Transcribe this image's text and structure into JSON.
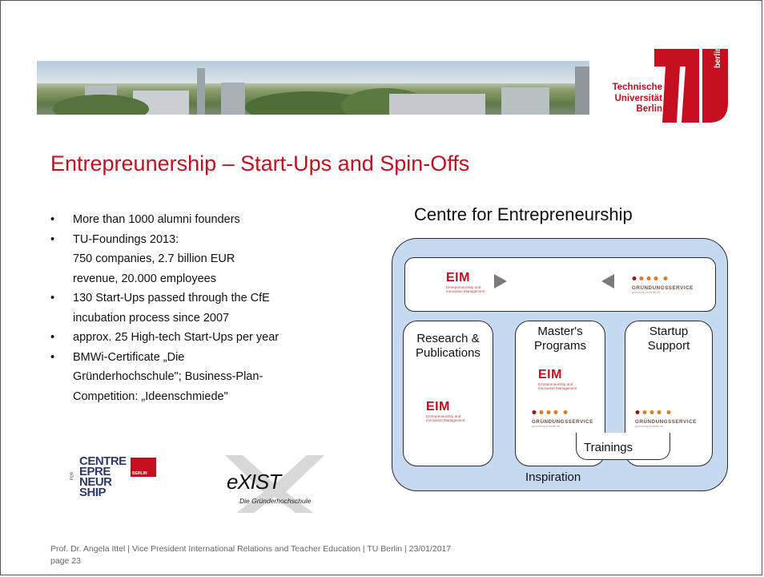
{
  "header": {
    "logo_lines": [
      "Technische",
      "Universität",
      "Berlin"
    ],
    "logo_badge": "berlin"
  },
  "title": "Entrepreunership – Start-Ups and Spin-Offs",
  "bullet_glyph": "•",
  "bullets": [
    {
      "lines": [
        "More than 1000 alumni founders"
      ]
    },
    {
      "lines": [
        "TU-Foundings 2013:",
        "750 companies, 2.7 billion EUR",
        "revenue, 20.000 employees"
      ]
    },
    {
      "lines": [
        "130 Start-Ups passed through the CfE",
        "incubation process since 2007"
      ]
    },
    {
      "lines": [
        "approx. 25 High-tech Start-Ups per year"
      ]
    },
    {
      "lines": [
        "BMWi-Certificate „Die",
        "Gründerhochschule\"; Business-Plan-",
        "Competition: „Ideenschmiede\""
      ]
    }
  ],
  "logos": {
    "cfe": {
      "lines": [
        "CENTRE",
        "EPRE",
        "NEUR",
        "SHIP"
      ],
      "tag": "FOR",
      "badge": "BERLIN"
    },
    "exist": {
      "word": "eXIST",
      "sub": "Die Gründerhochschule"
    }
  },
  "diagram": {
    "title": "Centre for Entrepreneurship",
    "eim_word": "EIM",
    "eim_sub": "Entrepreneurship and Innovation Management",
    "gs_word": "GRÜNDUNGSSERVICE",
    "gs_sub": "gruendung.tu-berlin.de",
    "columns": [
      {
        "lines": [
          "Research &",
          "Publications"
        ]
      },
      {
        "lines": [
          "Master's",
          "Programs"
        ]
      },
      {
        "lines": [
          "Startup",
          "Support"
        ]
      }
    ],
    "trainings": "Trainings",
    "inspiration": "Inspiration"
  },
  "footer": {
    "line1": "Prof. Dr. Angela Ittel | Vice President International Relations and Teacher Education | TU Berlin | 23/01/2017",
    "line2": "page 23"
  },
  "colors": {
    "tu_red": "#c50f1f",
    "diagram_bg": "#c5d9f1",
    "gs_brown": "#6b5040"
  }
}
